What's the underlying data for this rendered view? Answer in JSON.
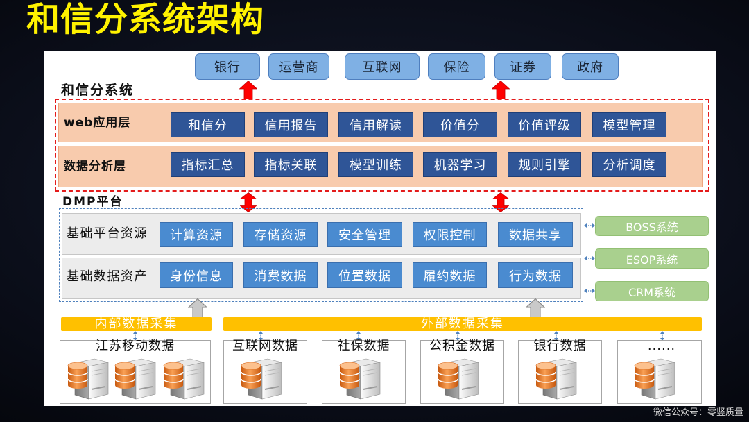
{
  "title": "和信分系统架构",
  "consumers": [
    "银行",
    "运营商",
    "互联网",
    "保险",
    "证券",
    "政府"
  ],
  "system": {
    "label": "和信分系统",
    "layers": [
      {
        "label": "web应用层",
        "items": [
          "和信分",
          "信用报告",
          "信用解读",
          "价值分",
          "价值评级",
          "模型管理"
        ]
      },
      {
        "label": "数据分析层",
        "items": [
          "指标汇总",
          "指标关联",
          "模型训练",
          "机器学习",
          "规则引擎",
          "分析调度"
        ]
      }
    ]
  },
  "dmp": {
    "label": "DMP平台",
    "layers": [
      {
        "label": "基础平台资源",
        "items": [
          "计算资源",
          "存储资源",
          "安全管理",
          "权限控制",
          "数据共享"
        ]
      },
      {
        "label": "基础数据资产",
        "items": [
          "身份信息",
          "消费数据",
          "位置数据",
          "履约数据",
          "行为数据"
        ]
      }
    ],
    "external_systems": [
      "BOSS系统",
      "ESOP系统",
      "CRM系统"
    ]
  },
  "collection": {
    "internal": "内部数据采集",
    "external": "外部数据采集"
  },
  "sources": [
    {
      "label": "江苏移动数据",
      "icons": [
        "server-icon",
        "server-icon",
        "server-icon"
      ]
    },
    {
      "label": "互联网数据",
      "icons": [
        "server-icon"
      ]
    },
    {
      "label": "社保数据",
      "icons": [
        "server-icon"
      ]
    },
    {
      "label": "公积金数据",
      "icons": [
        "server-icon"
      ]
    },
    {
      "label": "银行数据",
      "icons": [
        "server-icon"
      ]
    },
    {
      "label": "......",
      "icons": [
        "server-icon"
      ]
    }
  ],
  "watermark": "微信公众号：零竖质量",
  "colors": {
    "title": "#fff200",
    "consumer_box": "#7fb0e4",
    "system_frame": "#e41b1b",
    "layer_bg": "#f8cbad",
    "app_button": "#2f5597",
    "dmp_frame": "#4f81bd",
    "platform_button": "#4a8bd0",
    "external_system": "#a9d08e",
    "collection_bar": "#ffc000",
    "arrow_red": "#ff0000"
  }
}
